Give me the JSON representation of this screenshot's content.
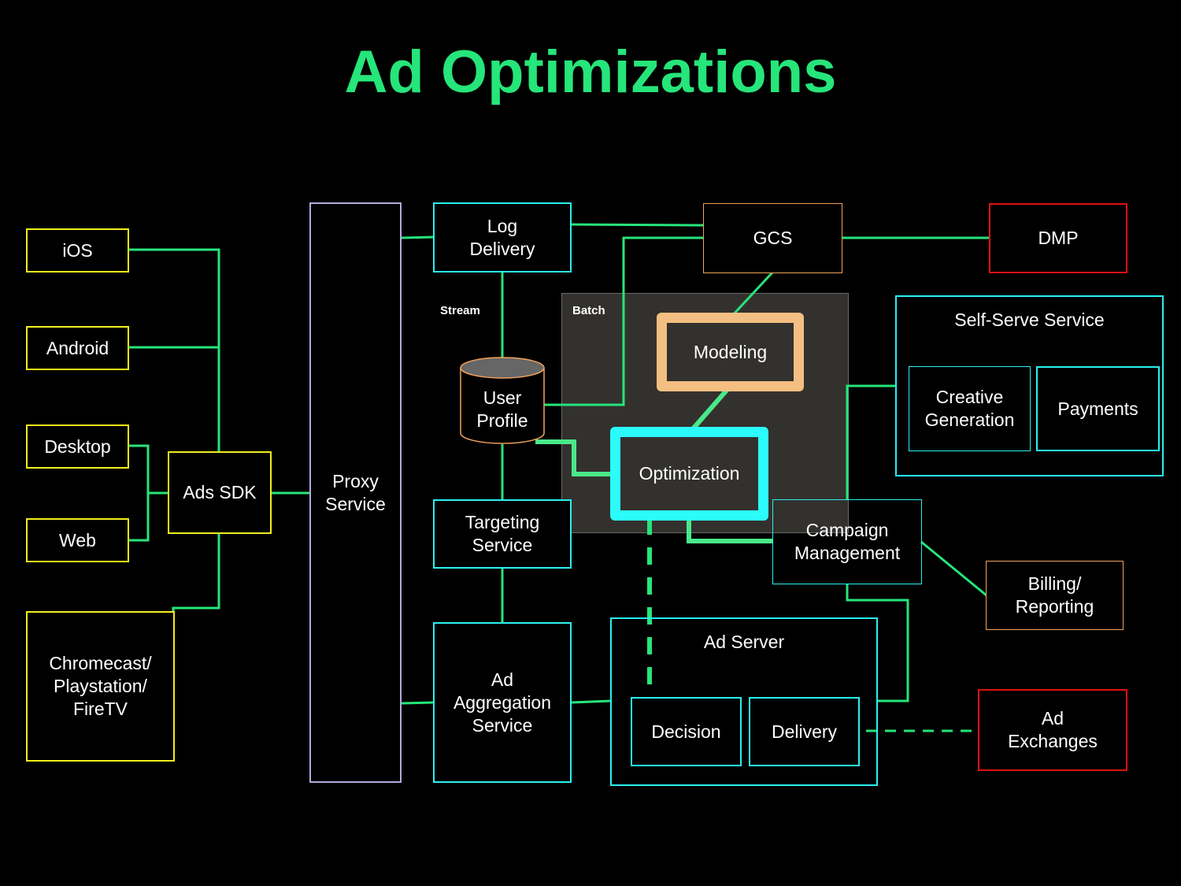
{
  "title": "Ad Optimizations",
  "colors": {
    "title": "#26e57a",
    "connector": "#26e57a",
    "client_border": "#f2ee1a",
    "service_border": "#2af0f0",
    "storage_border": "#f2a25c",
    "external_border": "#e01010",
    "proxy_border": "#b8a8dc",
    "batch_background": "#33312e"
  },
  "clients": {
    "ios": "iOS",
    "android": "Android",
    "desktop": "Desktop",
    "web": "Web",
    "tv": "Chromecast/\nPlaystation/\nFireTV",
    "sdk": "Ads SDK"
  },
  "proxy": "Proxy\nService",
  "stream": {
    "label": "Stream",
    "log_delivery": "Log\nDelivery",
    "user_profile": "User\nProfile",
    "targeting": "Targeting\nService",
    "ad_aggregation": "Ad\nAggregation\nService"
  },
  "batch": {
    "label": "Batch",
    "modeling": "Modeling",
    "optimization": "Optimization"
  },
  "storage": {
    "gcs": "GCS",
    "dmp": "DMP"
  },
  "self_serve": {
    "title": "Self-Serve Service",
    "creative": "Creative\nGeneration",
    "payments": "Payments"
  },
  "campaign": "Campaign\nManagement",
  "billing": "Billing/\nReporting",
  "ad_server": {
    "title": "Ad Server",
    "decision": "Decision",
    "delivery": "Delivery"
  },
  "ad_exchanges": "Ad\nExchanges"
}
